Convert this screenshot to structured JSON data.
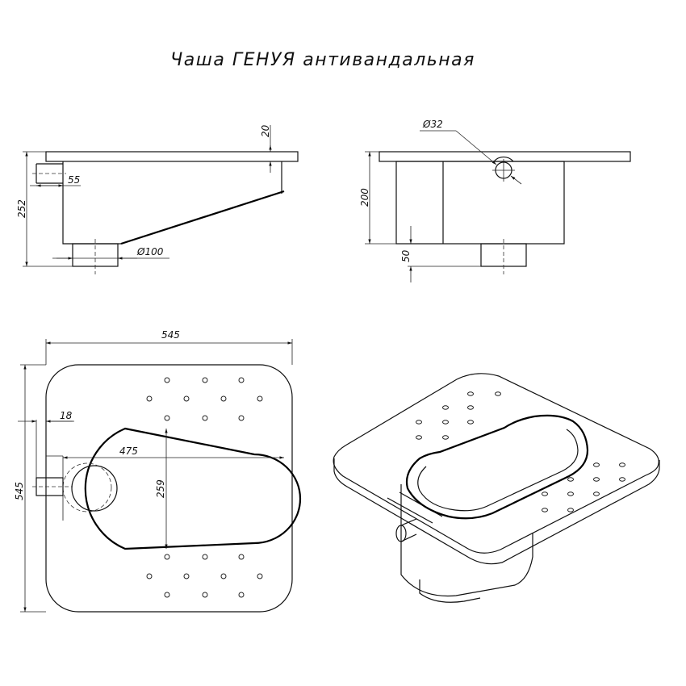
{
  "title": "Чаша ГЕНУЯ антивандальная",
  "dimensions": {
    "side_height": "252",
    "side_top": "20",
    "side_pipe": "55",
    "side_drain": "Ø100",
    "front_height": "200",
    "front_bottom": "50",
    "front_inlet": "Ø32",
    "plan_width": "545",
    "plan_height": "545",
    "plan_pipe": "18",
    "plan_bowl_length": "475",
    "plan_bowl_width": "259"
  }
}
